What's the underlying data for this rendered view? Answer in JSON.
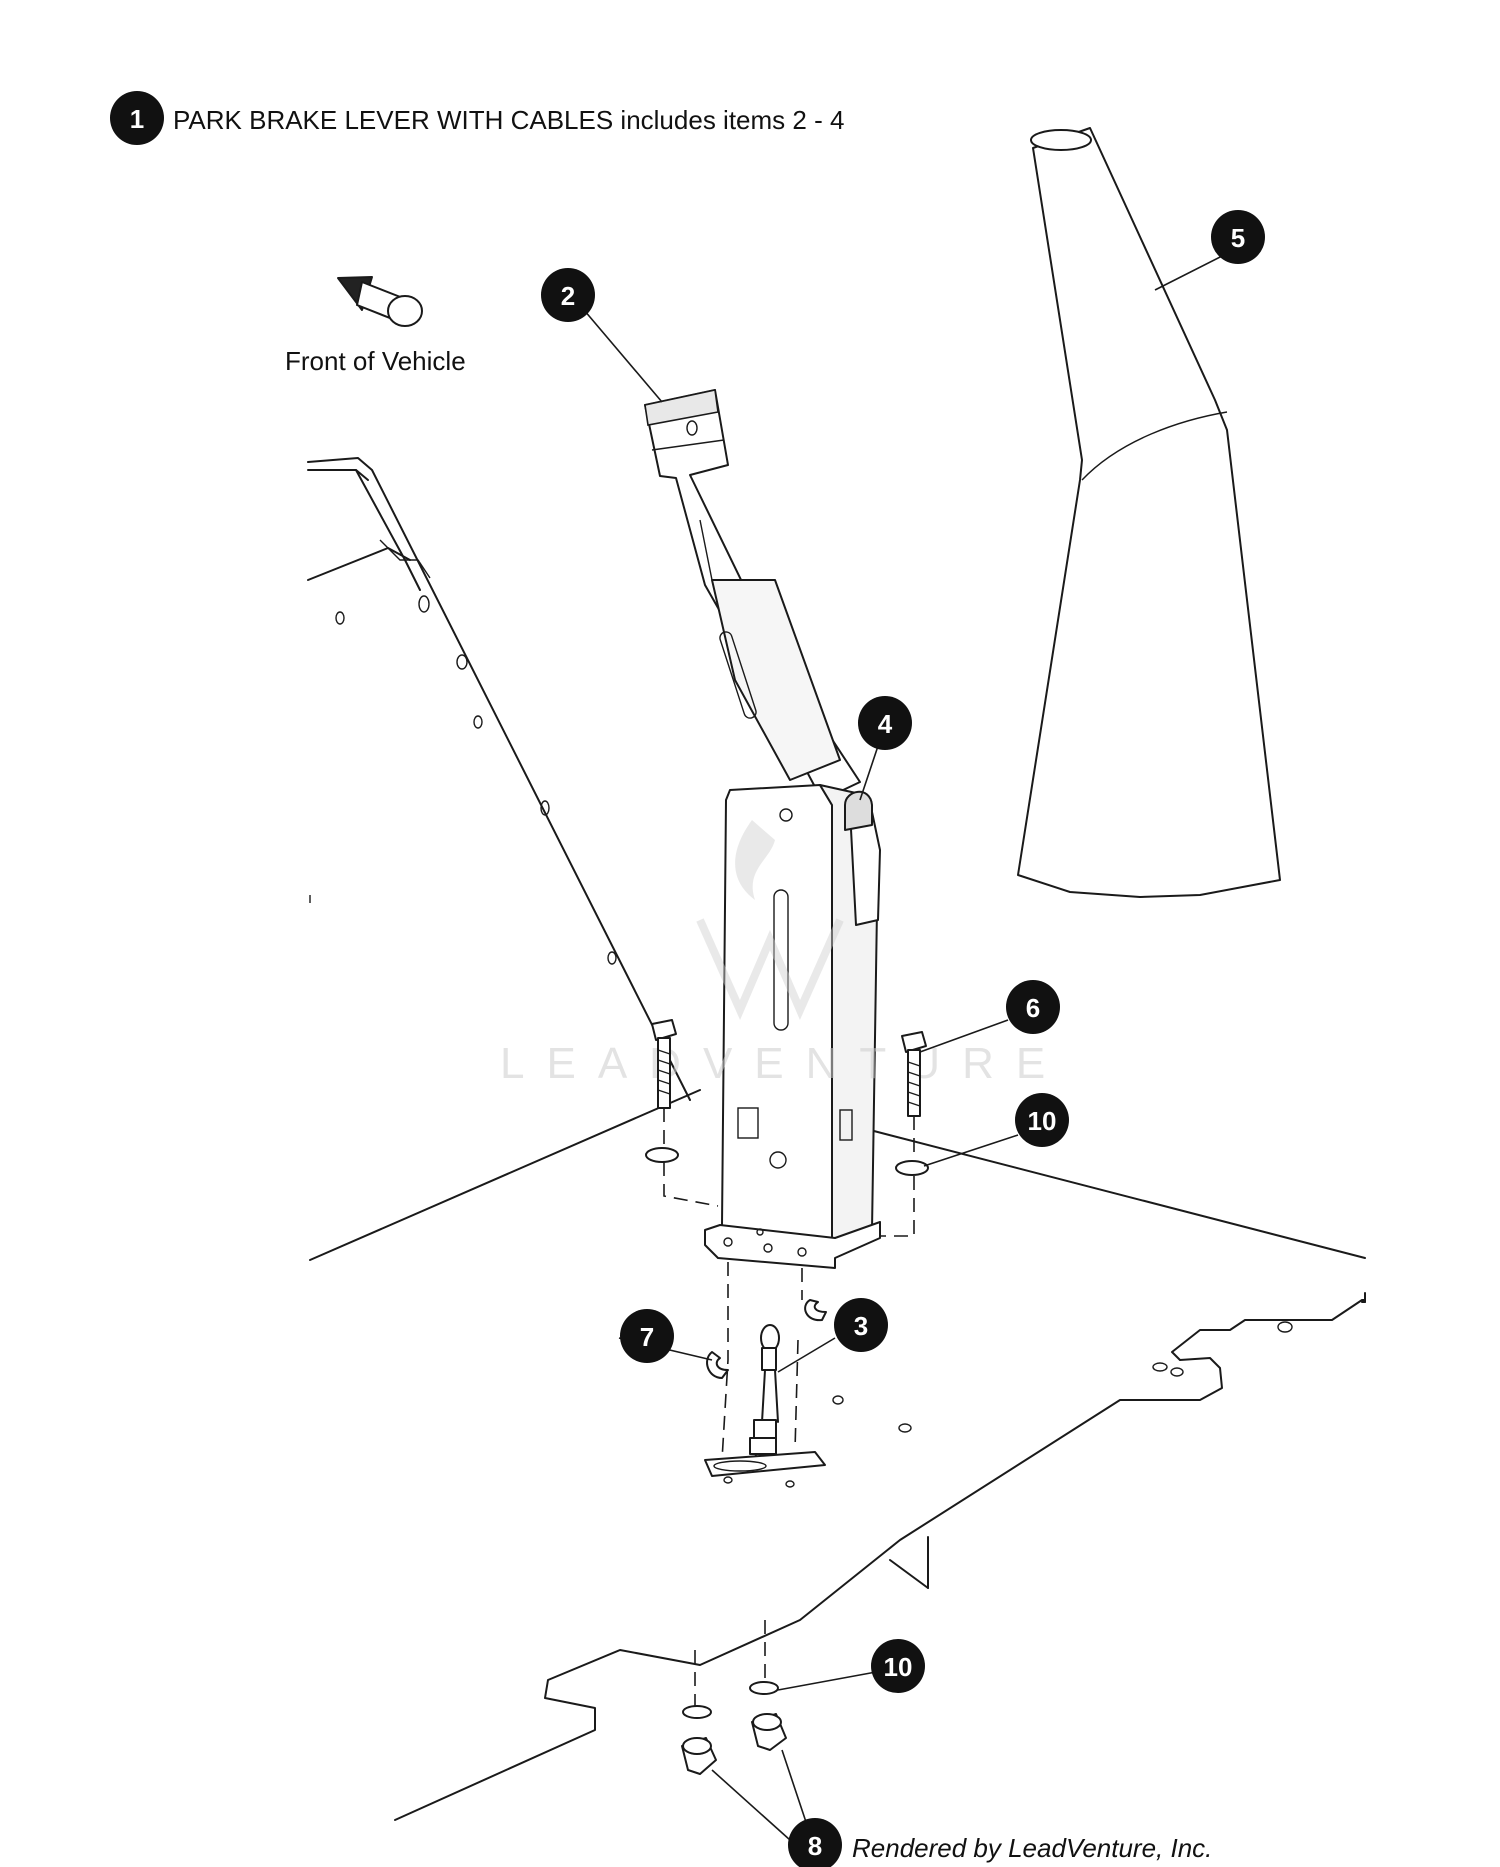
{
  "header": {
    "callout": "1",
    "title": "PARK BRAKE LEVER WITH CABLES includes items 2 - 4"
  },
  "orientation": {
    "label": "Front of Vehicle",
    "icon": "arrow-icon"
  },
  "callouts": {
    "c2": "2",
    "c3": "3",
    "c4": "4",
    "c5": "5",
    "c6": "6",
    "c7": "7",
    "c8": "8",
    "c10a": "10",
    "c10b": "10"
  },
  "watermark": "LEADVENTURE",
  "credit": "Rendered by LeadVenture, Inc."
}
